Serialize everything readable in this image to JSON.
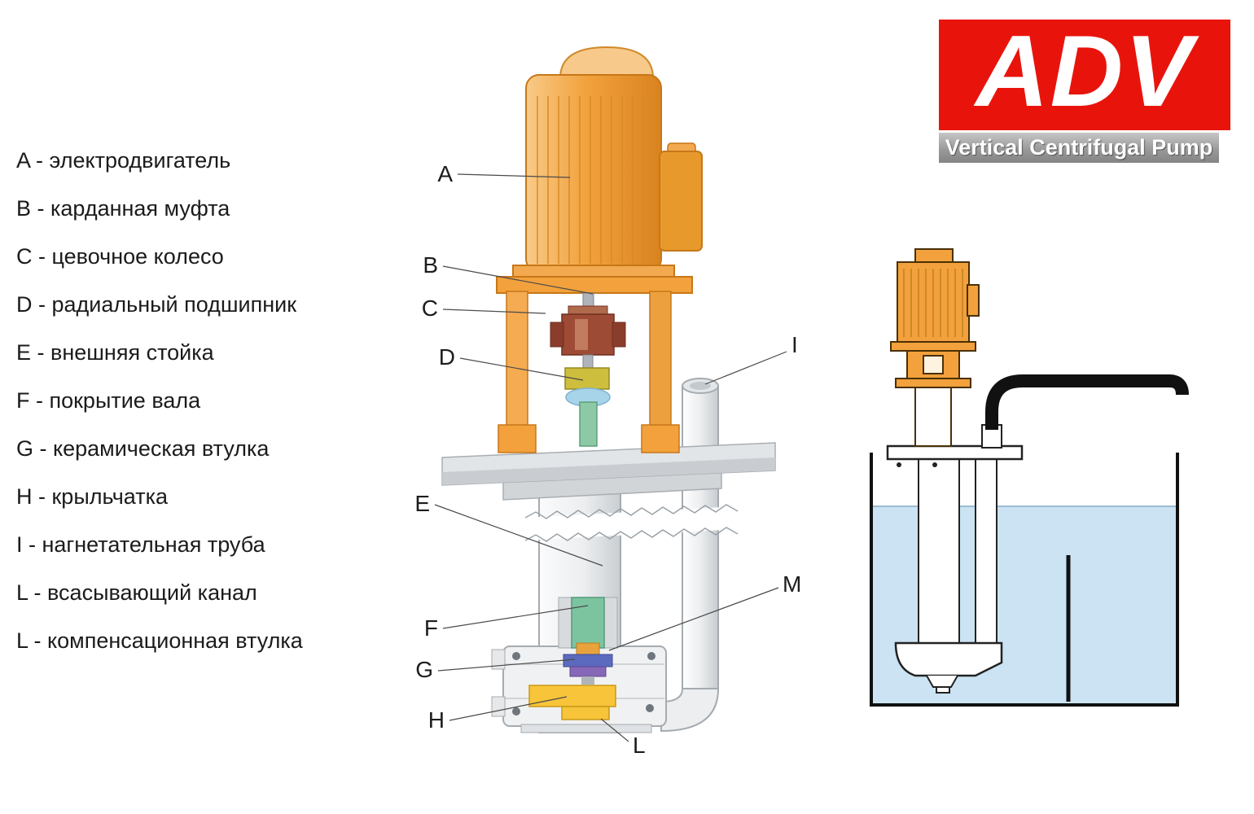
{
  "legend": {
    "items": [
      {
        "label": "A - электродвигатель"
      },
      {
        "label": "B - карданная муфта"
      },
      {
        "label": "C - цевочное колесо"
      },
      {
        "label": "D - радиальный подшипник"
      },
      {
        "label": "E - внешняя стойка"
      },
      {
        "label": "F - покрытие вала"
      },
      {
        "label": "G - керамическая втулка"
      },
      {
        "label": "H - крыльчатка"
      },
      {
        "label": "I - нагнетательная труба"
      },
      {
        "label": "L - всасывающий канал"
      },
      {
        "label": "L - компенсационная втулка"
      }
    ]
  },
  "callouts": [
    "A",
    "B",
    "C",
    "D",
    "E",
    "F",
    "G",
    "H",
    "I",
    "L",
    "M"
  ],
  "logo": {
    "title": "ADV",
    "subtitle": "Vertical Centrifugal Pump",
    "banner_color": "#e8140c",
    "subtitle_bar_color": "#9a9a9a",
    "text_color": "#ffffff"
  },
  "diagram_colors": {
    "motor_orange": "#f2a13c",
    "coupling_brown": "#9e4b35",
    "bearing_yellow": "#cdbe3e",
    "sleeve_green": "#7cc4a0",
    "bushing_blue": "#5b6abf",
    "bushing_purple": "#8668b8",
    "impeller_yellow": "#f7c43a",
    "water_blue": "#cbe3f2",
    "metal_gray": "#e2e5e7"
  }
}
